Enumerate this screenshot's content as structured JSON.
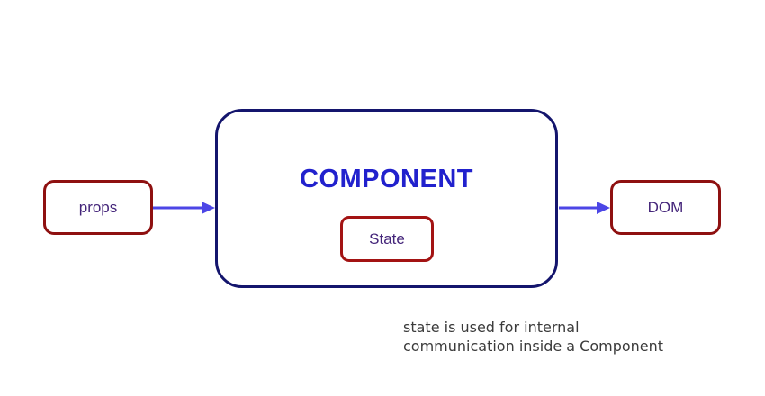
{
  "diagram": {
    "title": "COMPONENT",
    "nodes": {
      "props": {
        "label": "props"
      },
      "state": {
        "label": "State"
      },
      "dom": {
        "label": "DOM"
      }
    },
    "arrows": [
      {
        "name": "props-to-component",
        "direction": "right"
      },
      {
        "name": "component-to-dom",
        "direction": "right"
      }
    ],
    "caption": {
      "line1": "state is used for internal",
      "line2": "communication inside a Component"
    }
  },
  "colors": {
    "red_border": "#8e1010",
    "state_border": "#a31313",
    "navy_border": "#14156d",
    "title_blue": "#2121cd",
    "label_purple": "#44257a",
    "arrow_blue": "#4c46e6",
    "caption_gray": "#3b3b3b",
    "background": "#ffffff"
  }
}
